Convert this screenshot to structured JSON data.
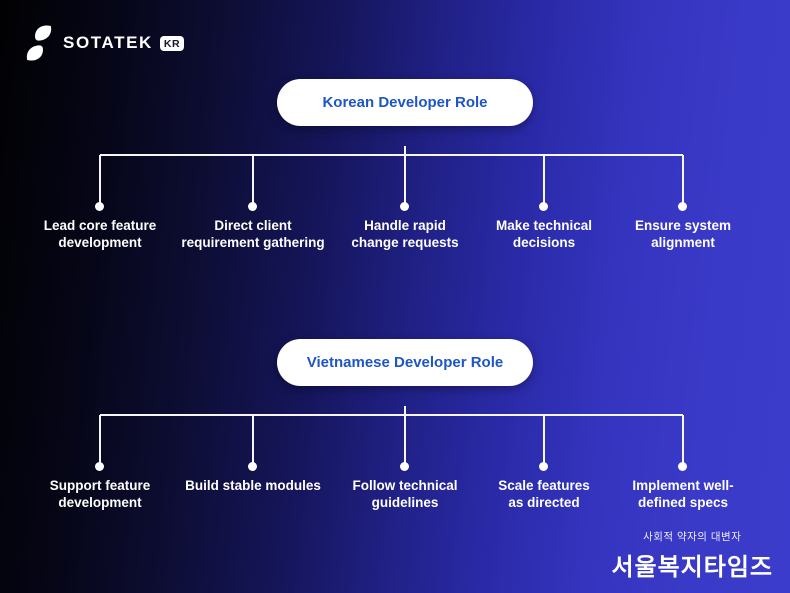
{
  "logo": {
    "brand": "SOTATEK",
    "badge": "KR"
  },
  "sections": [
    {
      "title": "Korean Developer Role",
      "items": [
        [
          "Lead core feature",
          "development"
        ],
        [
          "Direct client",
          "requirement gathering"
        ],
        [
          "Handle rapid",
          "change requests"
        ],
        [
          "Make technical",
          "decisions"
        ],
        [
          "Ensure system",
          "alignment"
        ]
      ]
    },
    {
      "title": "Vietnamese Developer Role",
      "items": [
        [
          "Support feature",
          "development"
        ],
        [
          "Build stable modules",
          ""
        ],
        [
          "Follow technical",
          "guidelines"
        ],
        [
          "Scale features",
          "as directed"
        ],
        [
          "Implement well-",
          "defined specs"
        ]
      ]
    }
  ],
  "footer": {
    "tagline": "사회적 약자의 대변자",
    "name": "서울복지타임즈"
  },
  "colors": {
    "background_left": "#010103",
    "background_right": "#3c3ccc",
    "pill_background": "#ffffff",
    "pill_text": "#1e55c8",
    "connector": "#ffffff",
    "label_text": "#ffffff"
  }
}
